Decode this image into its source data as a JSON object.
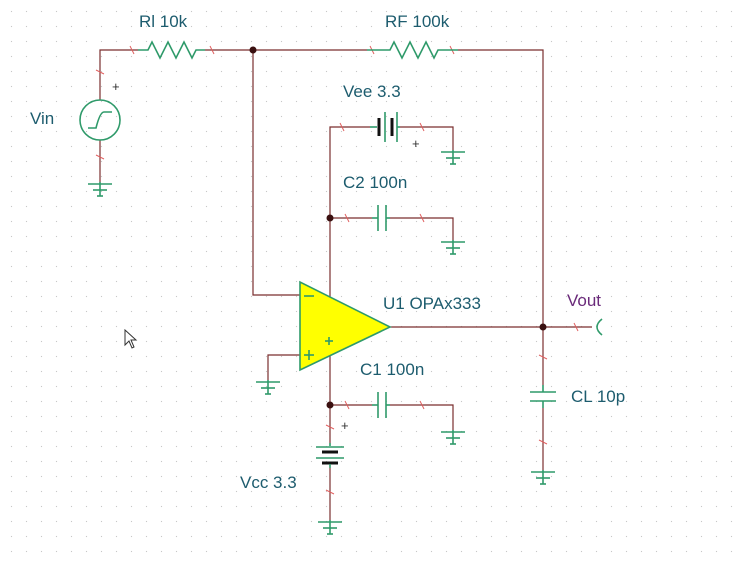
{
  "labels": {
    "rl": "Rl 10k",
    "rf": "RF 100k",
    "vin": "Vin",
    "vee": "Vee 3.3",
    "c2": "C2 100n",
    "u1": "U1 OPAx333",
    "vout": "Vout",
    "c1": "C1 100n",
    "cl": "CL 10p",
    "vcc": "Vcc 3.3"
  },
  "polarity": {
    "plus": "+",
    "minus": "−"
  },
  "colors": {
    "wire": "#7a2e2e",
    "component": "#2f9a6a",
    "opamp_fill": "#ffff00",
    "opamp_outline": "#2f9a6a",
    "label": "#1d5c6e",
    "vout_label": "#6a2a7a",
    "grid_dot": "#c8c8c8"
  },
  "icons": {
    "cursor": "mouse-pointer-icon"
  }
}
